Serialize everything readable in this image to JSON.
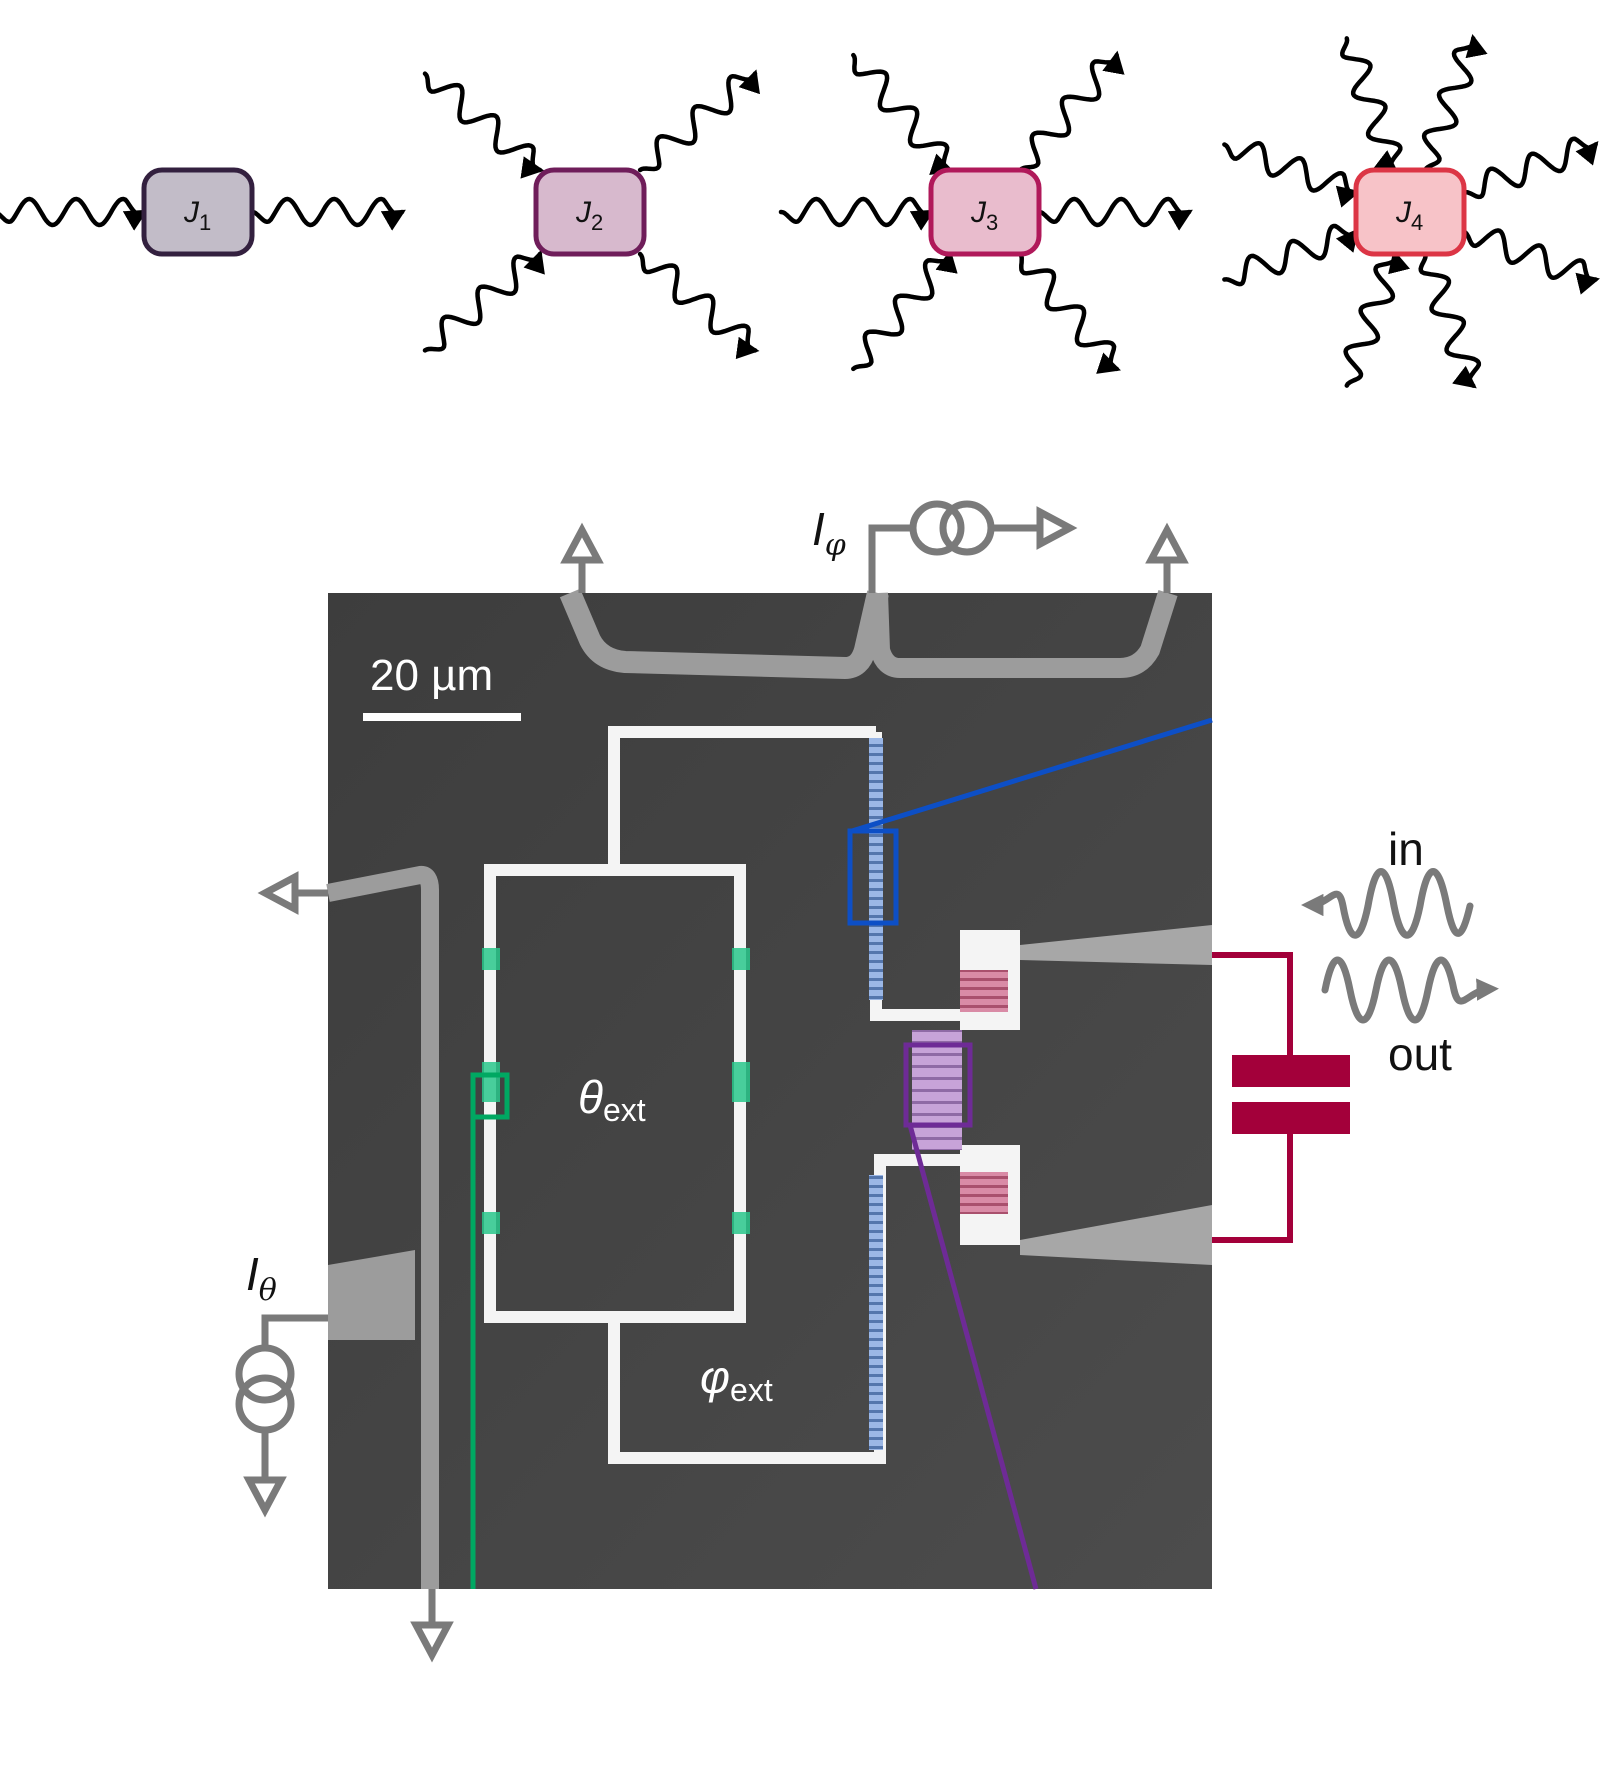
{
  "nodes": [
    {
      "label": "J",
      "sub": "1",
      "legs": 2,
      "fill": "#c2bcc8",
      "stroke": "#33203f"
    },
    {
      "label": "J",
      "sub": "2",
      "legs": 4,
      "fill": "#d7b9cd",
      "stroke": "#6f1d5a"
    },
    {
      "label": "J",
      "sub": "3",
      "legs": 6,
      "fill": "#e9bccd",
      "stroke": "#b0195a"
    },
    {
      "label": "J",
      "sub": "4",
      "legs": 8,
      "fill": "#f7c3c8",
      "stroke": "#dc3545"
    }
  ],
  "micrograph": {
    "scale_bar": "20 µm",
    "theta_label": "θ",
    "theta_sub": "ext",
    "phi_label": "φ",
    "phi_sub": "ext"
  },
  "circuit": {
    "i_phi_label": "I",
    "i_phi_sub": "φ",
    "i_theta_label": "I",
    "i_theta_sub": "θ",
    "in_label": "in",
    "out_label": "out"
  },
  "colors": {
    "green_highlight": "#00a862",
    "blue_highlight": "#0d4fc6",
    "purple_highlight": "#6e2b96",
    "capacitor": "#a3003a",
    "circuit_gray": "#7a7a7a",
    "substrate": "#474747"
  }
}
